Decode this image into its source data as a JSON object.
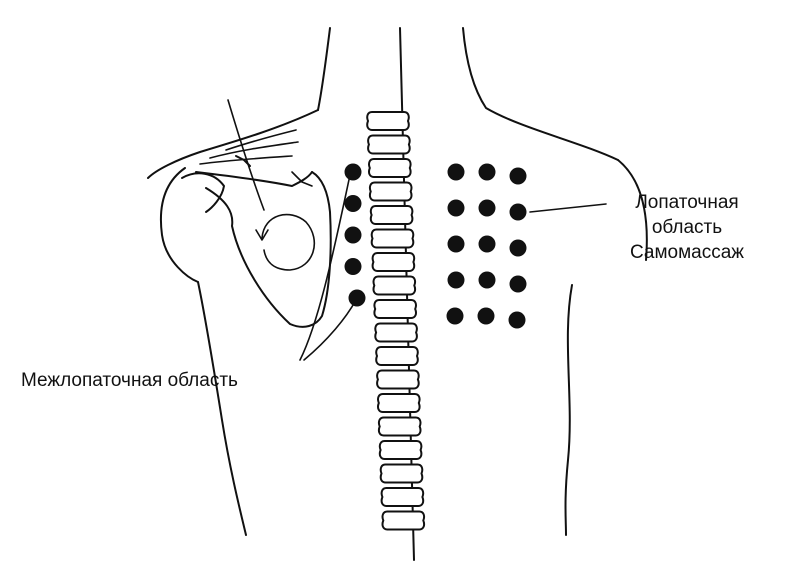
{
  "labels": {
    "scapular_line1": "Лопаточная",
    "scapular_line2": "область",
    "scapular_line3": "Самомассаж",
    "interscapular": "Межлопаточная область"
  },
  "colors": {
    "ink": "#111111",
    "background": "#ffffff"
  },
  "dots": {
    "left_column_count": 5,
    "right_grid_rows": 5,
    "right_grid_cols": 3
  }
}
